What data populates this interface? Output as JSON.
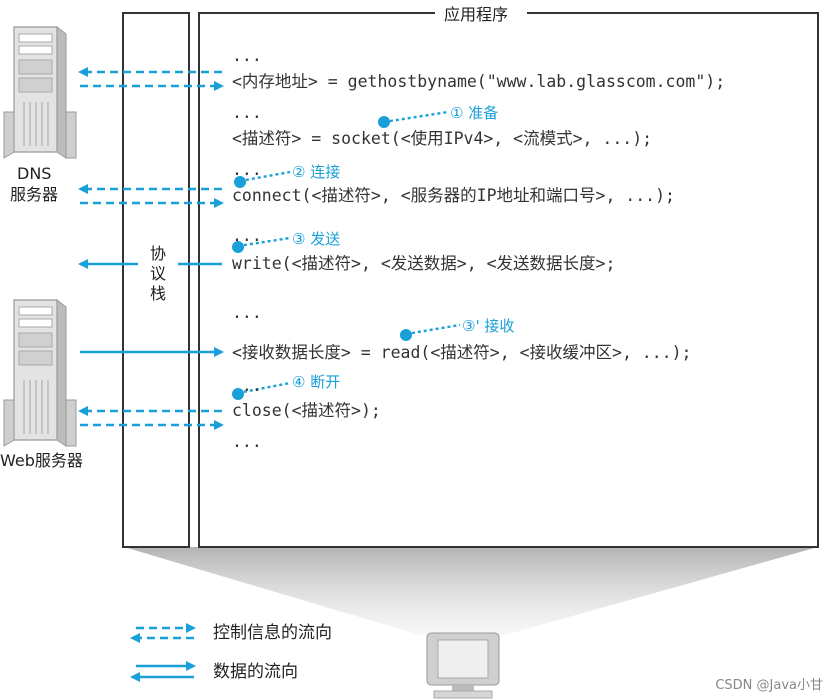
{
  "app": {
    "title": "应用程序"
  },
  "protocol_stack": [
    "协",
    "议",
    "栈"
  ],
  "servers": {
    "dns": [
      "DNS",
      "服务器"
    ],
    "web": "Web服务器"
  },
  "code": {
    "l1": "...",
    "l2": "<内存地址> = gethostbyname(\"www.lab.glasscom.com\");",
    "l3": "...",
    "l4": "<描述符> = socket(<使用IPv4>, <流模式>, ...);",
    "l5": "...",
    "l6": "connect(<描述符>, <服务器的IP地址和端口号>, ...);",
    "l7": "...",
    "l8": "write(<描述符>, <发送数据>, <发送数据长度>;",
    "l9": "...",
    "l10": "<接收数据长度> = read(<描述符>, <接收缓冲区>, ...);",
    "l11": "...",
    "l12": "close(<描述符>);",
    "l13": "..."
  },
  "steps": {
    "s1": "① 准备",
    "s2": "② 连接",
    "s3": "③ 发送",
    "s3b": "③' 接收",
    "s4": "④ 断开"
  },
  "legend": {
    "control": "控制信息的流向",
    "data": "数据的流向"
  },
  "watermark": "CSDN @Java小甘",
  "colors": {
    "accent": "#1aa0d8",
    "border": "#333333",
    "server": "#cfcfcf"
  }
}
